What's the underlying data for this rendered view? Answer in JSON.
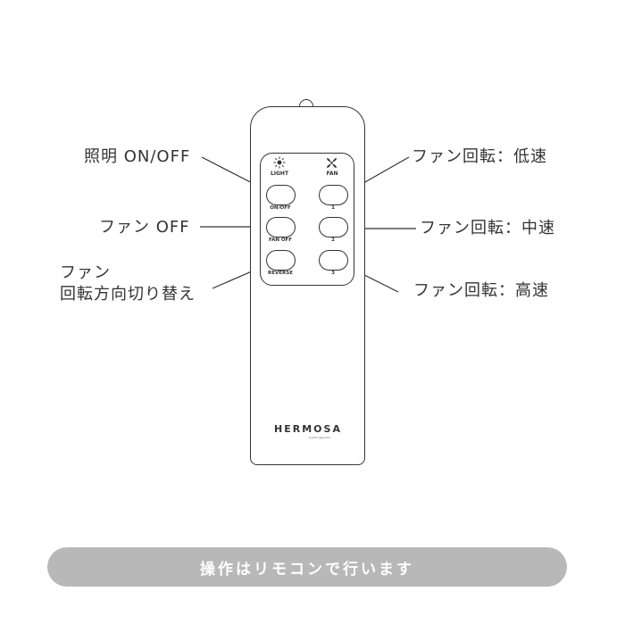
{
  "callouts": {
    "light": "照明 ON/OFF",
    "fan_off": "ファン OFF",
    "reverse_line1": "ファン",
    "reverse_line2": "回転方向切り替え",
    "speed_low": "ファン回転：低速",
    "speed_mid": "ファン回転：中速",
    "speed_high": "ファン回転：高速"
  },
  "remote": {
    "left_column_label": "LIGHT",
    "right_column_label": "FAN",
    "buttons": {
      "on_off": "ON/OFF",
      "fan_off": "FAN OFF",
      "reverse": "REVERSE",
      "speed_1": "1",
      "speed_2": "2",
      "speed_3": "3"
    },
    "brand": "HERMOSA",
    "brand_sub": "Lightingworks"
  },
  "banner": {
    "text": "操作はリモコンで行います"
  },
  "colors": {
    "line": "#333333",
    "banner_bg": "#b8b8b8",
    "banner_text": "#ffffff"
  },
  "icons": {
    "light": "sun-icon",
    "fan": "fan-icon"
  }
}
